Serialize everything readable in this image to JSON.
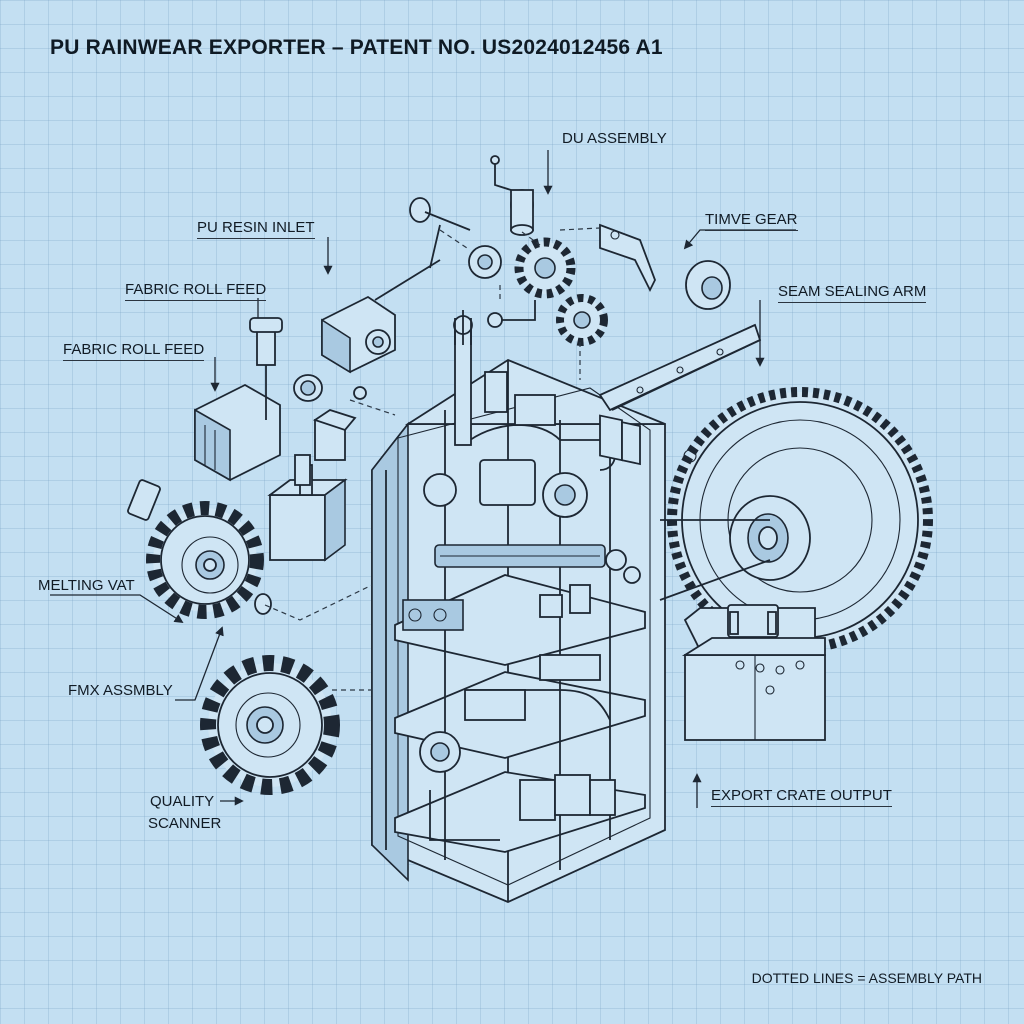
{
  "title": "PU RAINWEAR EXPORTER – PATENT NO. US2024012456 A1",
  "labels": {
    "du_assembly": "DU ASSEMBLY",
    "timve_gear": "TIMVE GEAR",
    "pu_resin_inlet": "PU RESIN INLET",
    "fabric_roll_feed_1": "FABRIC ROLL FEED",
    "fabric_roll_feed_2": "FABRIC ROLL FEED",
    "seam_sealing_arm": "SEAM SEALING ARM",
    "melting_vat": "MELTING VAT",
    "fmx_assembly": "FMX ASSMBLY",
    "quality_scanner_1": "QUALITY",
    "quality_scanner_2": "SCANNER",
    "export_crate_output": "EXPORT CRATE OUTPUT"
  },
  "legend": "DOTTED LINES = ASSEMBLY PATH",
  "colors": {
    "paper": "#c3dff2",
    "ink": "#1d2733",
    "fill": "#cfe5f4"
  }
}
